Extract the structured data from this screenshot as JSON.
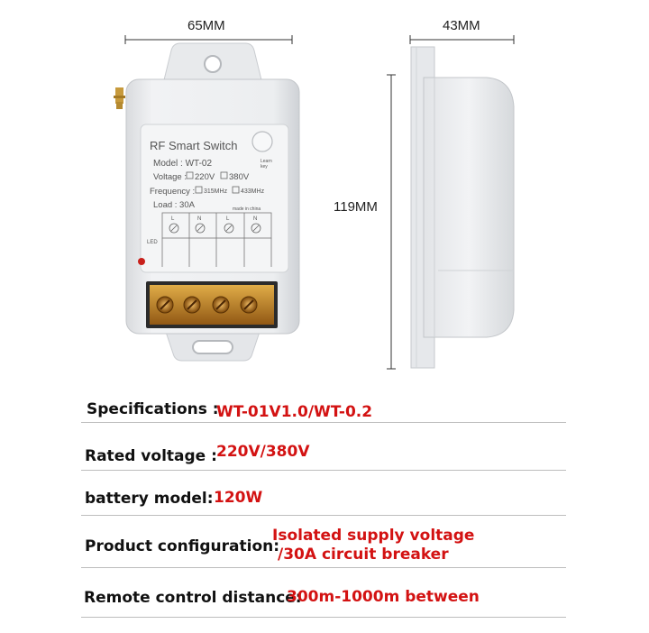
{
  "dimensions": {
    "width_label": "65MM",
    "depth_label": "43MM",
    "height_label": "119MM"
  },
  "device": {
    "title": "RF Smart  Switch",
    "model": "Model : WT-02",
    "voltage_label": "Voltage :",
    "voltage_opt1": "220V",
    "voltage_opt2": "380V",
    "frequency_label": "Frequency :",
    "freq_opt1": "315MHz",
    "freq_opt2": "433MHz",
    "load": "Load : 30A",
    "made_in": "made in china",
    "learn_key_1": "Learn",
    "learn_key_2": "key",
    "led_label": "LED",
    "terminals": [
      "L",
      "N",
      "L",
      "N"
    ]
  },
  "specs": [
    {
      "label": "Specifications :",
      "value": "WT-01V1.0/WT-0.2"
    },
    {
      "label": "Rated voltage :",
      "value": "220V/380V"
    },
    {
      "label": "battery model:",
      "value": "120W"
    },
    {
      "label": "Product configuration:",
      "value_line1": "Isolated supply voltage",
      "value_line2": "/30A circuit breaker"
    },
    {
      "label": "Remote control distance:",
      "value": "300m-1000m between"
    }
  ]
}
